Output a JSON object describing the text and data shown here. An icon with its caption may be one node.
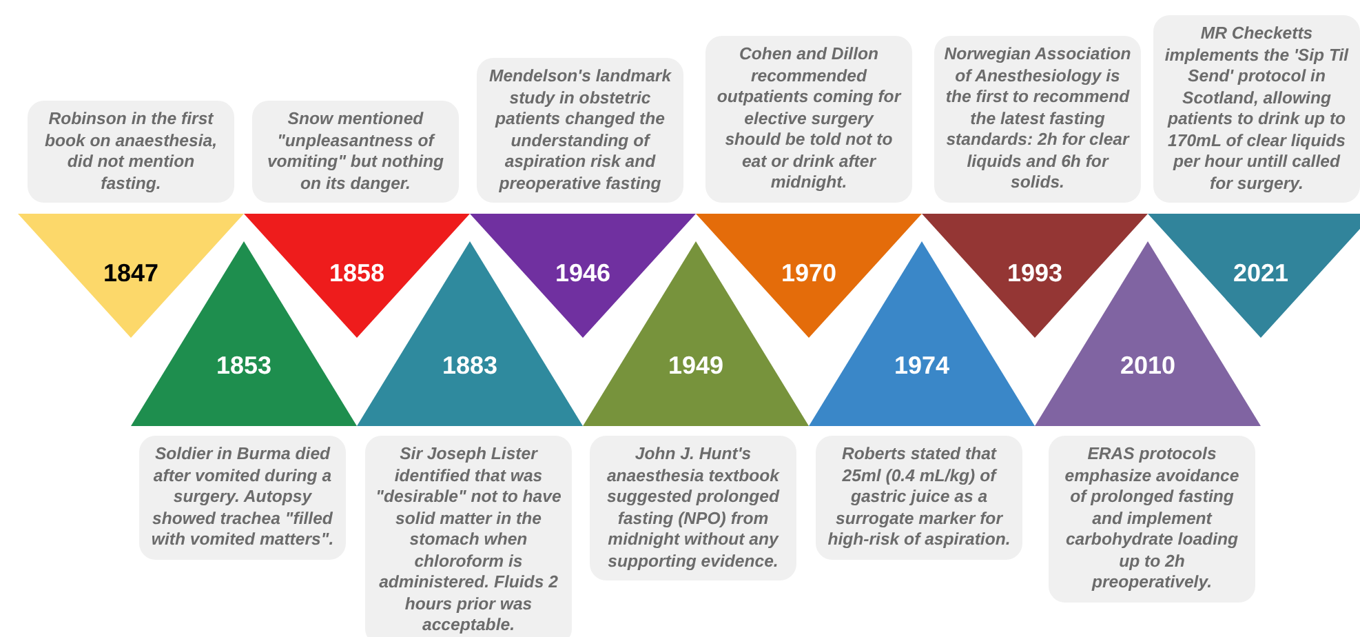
{
  "diagram": {
    "nodes": [
      {
        "text": [
          "1847"
        ]
      },
      {
        "text": [
          "1853"
        ]
      },
      {
        "text": [
          "1858"
        ]
      },
      {
        "text": [
          "1883"
        ]
      },
      {
        "text": [
          "1946"
        ]
      },
      {
        "text": [
          "1949"
        ]
      },
      {
        "text": [
          "1970"
        ]
      },
      {
        "text": [
          "1974"
        ]
      },
      {
        "text": [
          "1993"
        ]
      },
      {
        "text": [
          "2010"
        ]
      },
      {
        "text": [
          "2021"
        ]
      },
      {
        "text": [
          "Robinson in the first book on anaesthesia, did not mention fasting."
        ]
      },
      {
        "text": [
          "Soldier in Burma died after vomited during a surgery. Autopsy showed trachea \"filled with vomited matters\"."
        ]
      },
      {
        "text": [
          "Snow mentioned \"unpleasantness of vomiting\" but nothing on its danger."
        ]
      },
      {
        "text": [
          "Sir Joseph Lister identified that was \"desirable\" not to have solid matter in the stomach when chloroform is administered. Fluids 2 hours prior was acceptable."
        ]
      },
      {
        "text": [
          "Mendelson's landmark study in obstetric patients changed the understanding of aspiration risk and preoperative fasting"
        ]
      },
      {
        "text": [
          "John J. Hunt's anaesthesia textbook suggested prolonged fasting (NPO) from midnight without any supporting evidence."
        ]
      },
      {
        "text": [
          "Cohen and Dillon recommended outpatients coming for elective surgery should be told not to eat or drink after midnight."
        ]
      },
      {
        "text": [
          "Roberts stated that 25ml (0.4 mL/kg) of gastric juice as a surrogate marker for high-risk of aspiration."
        ]
      },
      {
        "text": [
          "Norwegian Association of Anesthesiology is the first to recommend the latest fasting standards: 2h for clear liquids and 6h for solids."
        ]
      },
      {
        "text": [
          "ERAS protocols emphasize avoidance of prolonged fasting and implement carbohydrate loading up to 2h preoperatively."
        ]
      },
      {
        "text": [
          "MR Checketts implements the 'Sip Til Send' protocol in Scotland, allowing patients to drink up to 170mL of clear liquids per hour untill called for surgery."
        ]
      }
    ]
  }
}
